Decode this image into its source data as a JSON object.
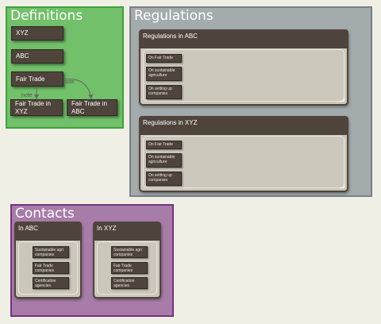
{
  "definitions": {
    "title": "Definitions",
    "nodes": {
      "xyz": "XYZ",
      "abc": "ABC",
      "fair_trade": "Fair Trade",
      "fair_trade_xyz": "Fair Trade in XYZ",
      "fair_trade_abc": "Fair Trade in ABC"
    },
    "edges": {
      "to_xyz_label": "note",
      "to_abc_label": "note"
    }
  },
  "regulations": {
    "title": "Regulations",
    "cards": [
      {
        "title": "Regulations in ABC",
        "items": [
          "On Fair Trade",
          "On sustainable agriculture",
          "On setting up companies"
        ]
      },
      {
        "title": "Regulations in XYZ",
        "items": [
          "On Fair Trade",
          "On sustainable agriculture",
          "On setting up companies"
        ]
      }
    ]
  },
  "contacts": {
    "title": "Contacts",
    "cards": [
      {
        "title": "In ABC",
        "items": [
          "Sustainable agri companies",
          "Fair Trade companies",
          "Certification agencies"
        ]
      },
      {
        "title": "In XYZ",
        "items": [
          "Sustainable agri companies",
          "Fair Trade companies",
          "Certification agencies"
        ]
      }
    ]
  }
}
